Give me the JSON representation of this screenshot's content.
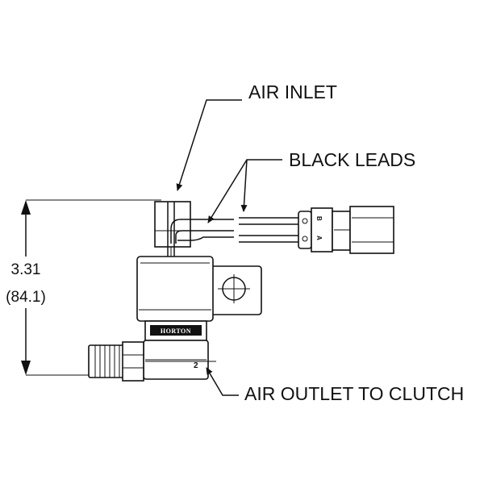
{
  "labels": {
    "air_inlet": "AIR INLET",
    "black_leads": "BLACK LEADS",
    "air_outlet": "AIR OUTLET TO CLUTCH"
  },
  "dimension": {
    "inches": "3.31",
    "mm": "(84.1)"
  },
  "markings": {
    "brand": "HORTON",
    "port": "2",
    "pin_b": "B",
    "pin_a": "A"
  }
}
